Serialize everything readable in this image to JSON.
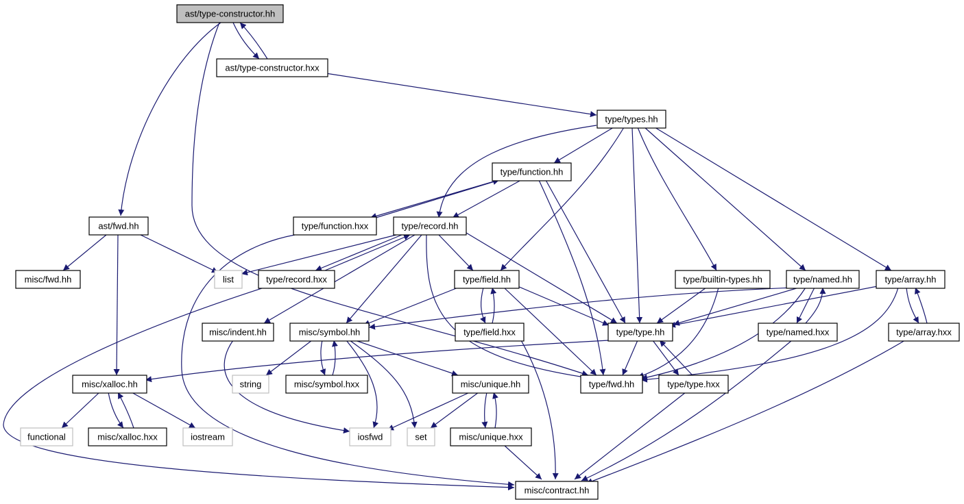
{
  "diagram": {
    "root": "ast/type-constructor.hh",
    "colors": {
      "edge": "#191970",
      "root_fill": "#bfbfbf",
      "node_border": "#000000",
      "system_border": "#bfbfbf"
    },
    "nodes": [
      {
        "id": "ast_type_constructor_hh",
        "label": "ast/type-constructor.hh",
        "kind": "root"
      },
      {
        "id": "ast_type_constructor_hxx",
        "label": "ast/type-constructor.hxx",
        "kind": "local"
      },
      {
        "id": "type_types_hh",
        "label": "type/types.hh",
        "kind": "local"
      },
      {
        "id": "type_function_hh",
        "label": "type/function.hh",
        "kind": "local"
      },
      {
        "id": "ast_fwd_hh",
        "label": "ast/fwd.hh",
        "kind": "local"
      },
      {
        "id": "type_function_hxx",
        "label": "type/function.hxx",
        "kind": "local"
      },
      {
        "id": "type_record_hh",
        "label": "type/record.hh",
        "kind": "local"
      },
      {
        "id": "misc_fwd_hh",
        "label": "misc/fwd.hh",
        "kind": "local"
      },
      {
        "id": "list",
        "label": "list",
        "kind": "system"
      },
      {
        "id": "type_record_hxx",
        "label": "type/record.hxx",
        "kind": "local"
      },
      {
        "id": "type_field_hh",
        "label": "type/field.hh",
        "kind": "local"
      },
      {
        "id": "type_builtin_types_hh",
        "label": "type/builtin-types.hh",
        "kind": "local"
      },
      {
        "id": "type_named_hh",
        "label": "type/named.hh",
        "kind": "local"
      },
      {
        "id": "type_array_hh",
        "label": "type/array.hh",
        "kind": "local"
      },
      {
        "id": "misc_indent_hh",
        "label": "misc/indent.hh",
        "kind": "local"
      },
      {
        "id": "misc_symbol_hh",
        "label": "misc/symbol.hh",
        "kind": "local"
      },
      {
        "id": "type_field_hxx",
        "label": "type/field.hxx",
        "kind": "local"
      },
      {
        "id": "type_type_hh",
        "label": "type/type.hh",
        "kind": "local"
      },
      {
        "id": "type_named_hxx",
        "label": "type/named.hxx",
        "kind": "local"
      },
      {
        "id": "type_array_hxx",
        "label": "type/array.hxx",
        "kind": "local"
      },
      {
        "id": "misc_xalloc_hh",
        "label": "misc/xalloc.hh",
        "kind": "local"
      },
      {
        "id": "string",
        "label": "string",
        "kind": "system"
      },
      {
        "id": "misc_symbol_hxx",
        "label": "misc/symbol.hxx",
        "kind": "local"
      },
      {
        "id": "misc_unique_hh",
        "label": "misc/unique.hh",
        "kind": "local"
      },
      {
        "id": "type_fwd_hh",
        "label": "type/fwd.hh",
        "kind": "local"
      },
      {
        "id": "type_type_hxx",
        "label": "type/type.hxx",
        "kind": "local"
      },
      {
        "id": "functional",
        "label": "functional",
        "kind": "system"
      },
      {
        "id": "misc_xalloc_hxx",
        "label": "misc/xalloc.hxx",
        "kind": "local"
      },
      {
        "id": "iostream",
        "label": "iostream",
        "kind": "system"
      },
      {
        "id": "iosfwd",
        "label": "iosfwd",
        "kind": "system"
      },
      {
        "id": "set",
        "label": "set",
        "kind": "system"
      },
      {
        "id": "misc_unique_hxx",
        "label": "misc/unique.hxx",
        "kind": "local"
      },
      {
        "id": "misc_contract_hh",
        "label": "misc/contract.hh",
        "kind": "local"
      }
    ]
  }
}
